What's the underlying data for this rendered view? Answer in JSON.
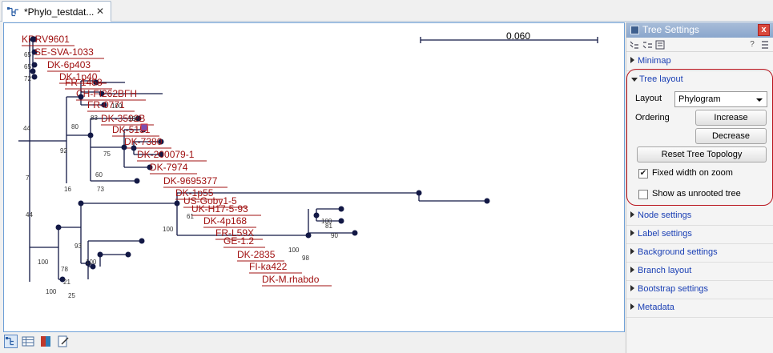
{
  "tab": {
    "title": "*Phylo_testdat...",
    "close": "✕"
  },
  "tree": {
    "scale_label": "0.060",
    "line_color": "#121845",
    "label_color": "#a01010",
    "leaves": [
      {
        "name": "KRRV9601"
      },
      {
        "name": "SE-SVA-1033"
      },
      {
        "name": "DK-6p403"
      },
      {
        "name": "DK-1p40"
      },
      {
        "name": "FR-1458"
      },
      {
        "name": "CH-FI262BFH"
      },
      {
        "name": "FR-0771"
      },
      {
        "name": "DK-3592B"
      },
      {
        "name": "DK-5151"
      },
      {
        "name": "DK-7380"
      },
      {
        "name": "DK-200079-1"
      },
      {
        "name": "DK-7974"
      },
      {
        "name": "DK-9695377"
      },
      {
        "name": "DK-1p55"
      },
      {
        "name": "US-Goby1-5"
      },
      {
        "name": "UK-H17-5-93"
      },
      {
        "name": "DK-4p168"
      },
      {
        "name": "FR-L59X"
      },
      {
        "name": "GE-1.2"
      },
      {
        "name": "DK-2835"
      },
      {
        "name": "FI-ka422"
      },
      {
        "name": "DK-M.rhabdo"
      }
    ],
    "bootstrap": [
      "65",
      "65",
      "72",
      "44",
      "80",
      "83",
      "100",
      "92",
      "100",
      "75",
      "60",
      "73",
      "16",
      "7",
      "44",
      "61",
      "100",
      "100",
      "93",
      "100",
      "98",
      "100",
      "81",
      "90",
      "100",
      "78",
      "21",
      "25",
      "100"
    ]
  },
  "panel": {
    "title": "Tree Settings",
    "close": "x",
    "toolbar_help": "?",
    "sections_before": [
      {
        "label": "Minimap"
      }
    ],
    "tree_layout": {
      "label": "Tree layout",
      "layout_label": "Layout",
      "layout_value": "Phylogram",
      "ordering_label": "Ordering",
      "increase": "Increase",
      "decrease": "Decrease",
      "reset": "Reset Tree Topology",
      "fixed_width_label": "Fixed width on zoom",
      "fixed_width_checked": true,
      "unrooted_label": "Show as unrooted tree",
      "unrooted_checked": false
    },
    "sections_after": [
      {
        "label": "Node settings"
      },
      {
        "label": "Label settings"
      },
      {
        "label": "Background settings"
      },
      {
        "label": "Branch layout"
      },
      {
        "label": "Bootstrap settings"
      },
      {
        "label": "Metadata"
      }
    ]
  }
}
